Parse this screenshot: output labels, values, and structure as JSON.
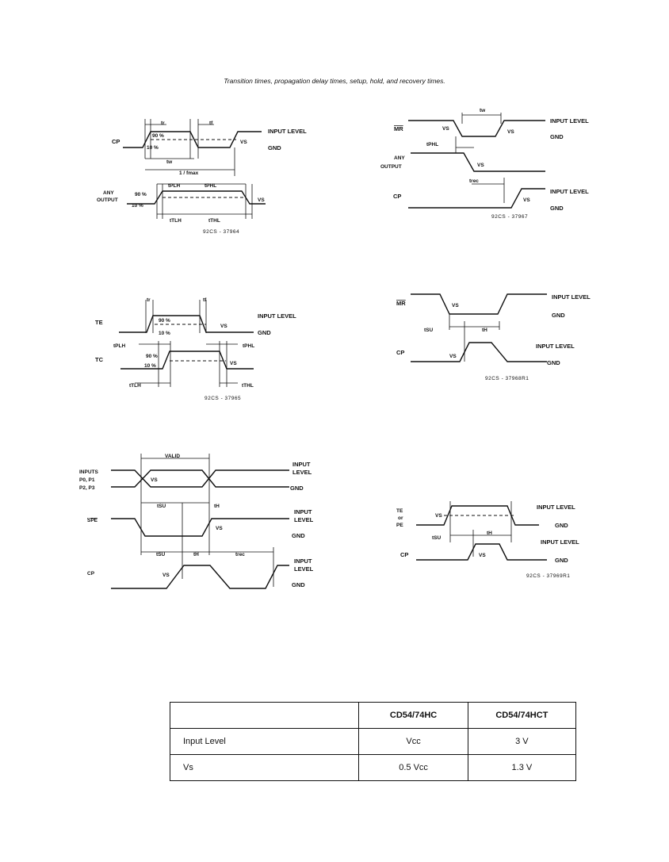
{
  "caption": "Transition times, propagation delay times, setup, hold, and recovery times.",
  "labels": {
    "input_level": "INPUT LEVEL",
    "input": "INPUT",
    "level": "LEVEL",
    "gnd": "GND",
    "cp": "CP",
    "te": "TE",
    "tc": "TC",
    "mr": "MR",
    "spe": "SPE",
    "any": "ANY",
    "output": "OUTPUT",
    "any_output": "ANY OUTPUT",
    "inputs": "INPUTS",
    "p0p1": "P0, P1",
    "p2p3": "P2, P3",
    "te_or": "TE",
    "or": "or",
    "pe": "PE",
    "valid": "VALID",
    "pct90": "90 %",
    "pct10": "10 %",
    "vs": "VS",
    "tr": "tr",
    "tf": "tf",
    "tw": "tw",
    "fmax": "1 / fmax",
    "tplh": "tPLH",
    "tphl": "tPHL",
    "ttlh": "tTLH",
    "tthl": "tTHL",
    "tsu": "tSU",
    "th": "tH",
    "trec": "trec"
  },
  "figure_ids": {
    "fig1": "92CS - 37964",
    "fig2": "92CS - 37967",
    "fig3": "92CS - 37965",
    "fig4": "92CS - 37968R1",
    "fig5": "92CS - 37969R1"
  },
  "table": {
    "headers": [
      "",
      "CD54/74HC",
      "CD54/74HCT"
    ],
    "rows": [
      {
        "label": "Input Level",
        "hc": "Vcc",
        "hct": "3 V"
      },
      {
        "label": "Vs",
        "hc": "0.5 Vcc",
        "hct": "1.3 V"
      }
    ]
  }
}
